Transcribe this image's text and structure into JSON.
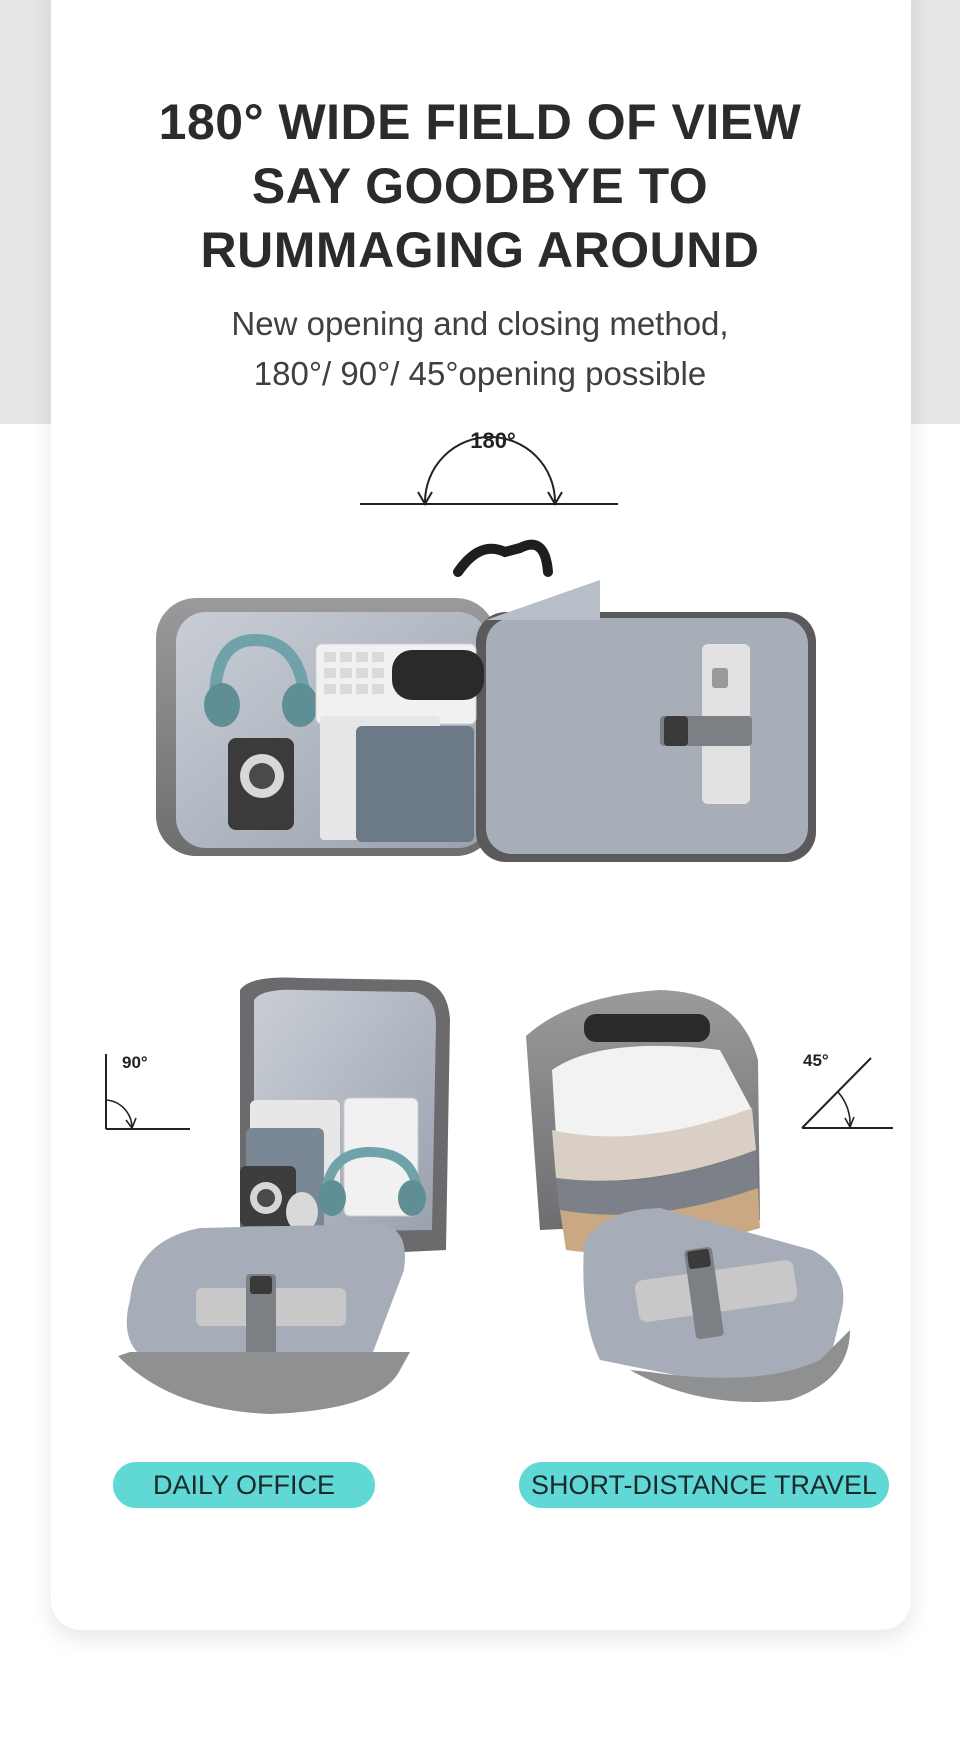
{
  "headline": {
    "line1": "180° WIDE FIELD OF VIEW",
    "line2": "SAY GOODBYE TO",
    "line3": "RUMMAGING AROUND"
  },
  "subheadline": {
    "line1": "New opening and closing method,",
    "line2": "180°/ 90°/ 45°opening possible"
  },
  "angles": {
    "main": "180°",
    "left": "90°",
    "right": "45°"
  },
  "labels": {
    "left": "DAILY OFFICE",
    "right": "SHORT-DISTANCE TRAVEL"
  },
  "colors": {
    "pill": "#5fd8d6",
    "background_band": "#e6e6e6",
    "headline": "#2b2b2b"
  }
}
